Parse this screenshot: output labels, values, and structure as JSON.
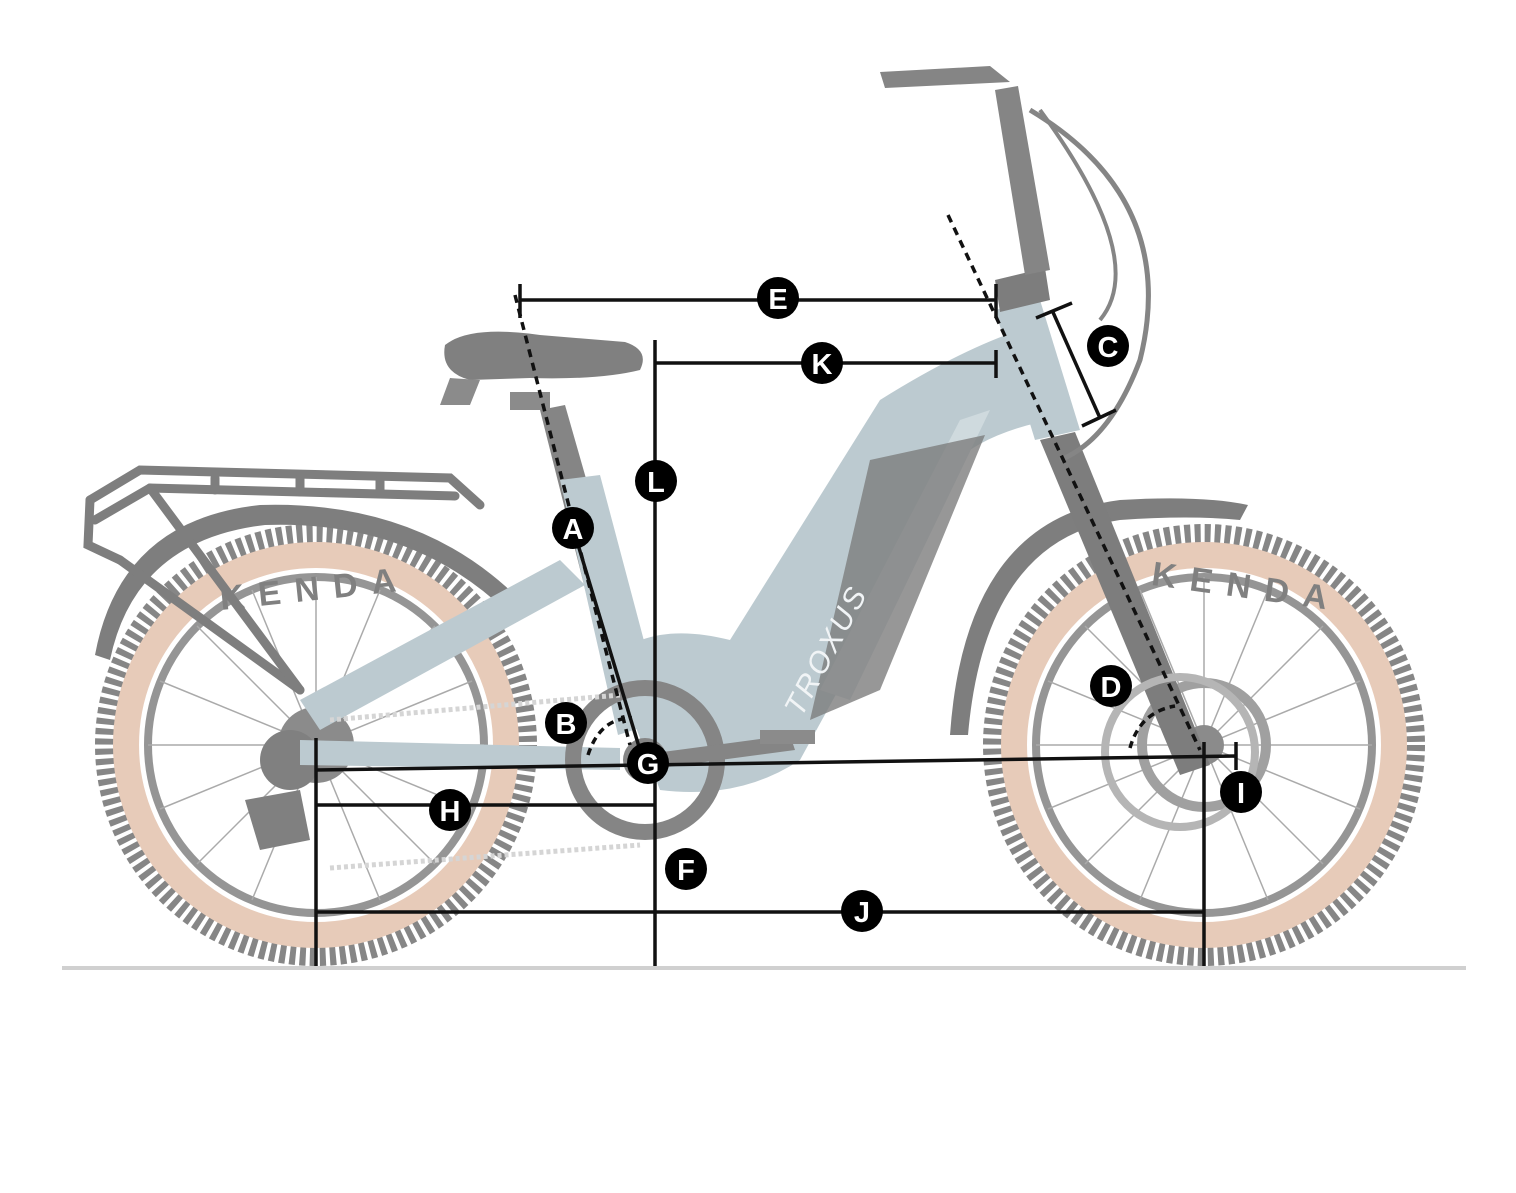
{
  "diagram": {
    "brand_text": "TROXUS",
    "tire_brand": "KENDA",
    "colors": {
      "frame": "#93aab3",
      "frame_dark": "#7f969f",
      "tire": "#3d3d3d",
      "tire_wall": "#d9ab8e",
      "rim": "#8a8a8a",
      "measure_line": "#111111",
      "marker_bg": "#000000",
      "marker_text": "#ffffff",
      "ground": "#d0d0d0"
    },
    "markers": [
      {
        "id": "A",
        "label": "A"
      },
      {
        "id": "B",
        "label": "B"
      },
      {
        "id": "C",
        "label": "C"
      },
      {
        "id": "D",
        "label": "D"
      },
      {
        "id": "E",
        "label": "E"
      },
      {
        "id": "F",
        "label": "F"
      },
      {
        "id": "G",
        "label": "G"
      },
      {
        "id": "H",
        "label": "H"
      },
      {
        "id": "I",
        "label": "I"
      },
      {
        "id": "J",
        "label": "J"
      },
      {
        "id": "K",
        "label": "K"
      },
      {
        "id": "L",
        "label": "L"
      }
    ]
  }
}
